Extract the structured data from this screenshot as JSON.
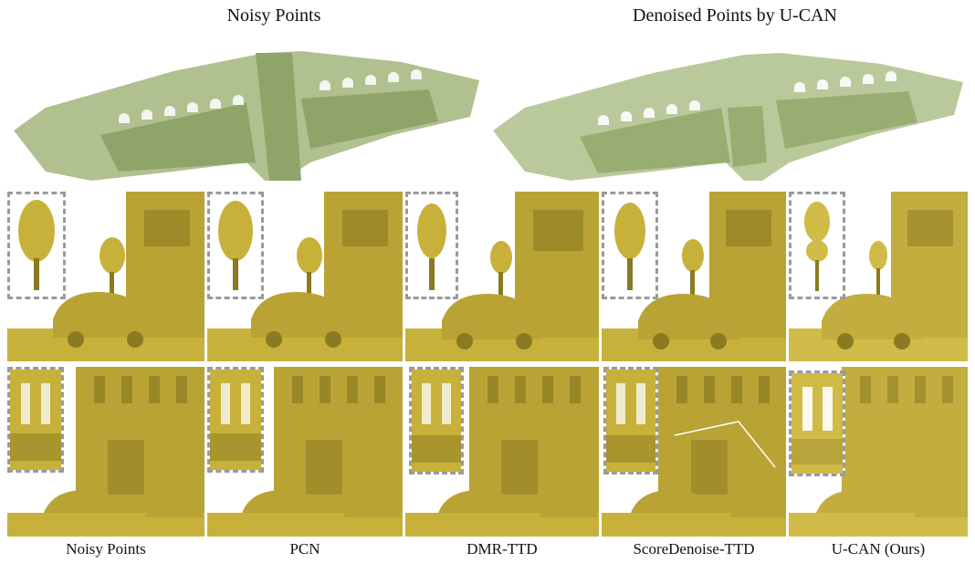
{
  "figure": {
    "top_row": {
      "titles": [
        "Noisy Points",
        "Denoised Points by U-CAN"
      ]
    },
    "bottom_captions": [
      "Noisy Points",
      "PCN",
      "DMR-TTD",
      "ScoreDenoise-TTD",
      "U-CAN (Ours)"
    ],
    "colors": {
      "tunnel_point": "#a7b983",
      "scene_point": "#c7b13a",
      "scene_shadow": "#8a7a22",
      "inset_border": "#9a9a9a"
    }
  }
}
